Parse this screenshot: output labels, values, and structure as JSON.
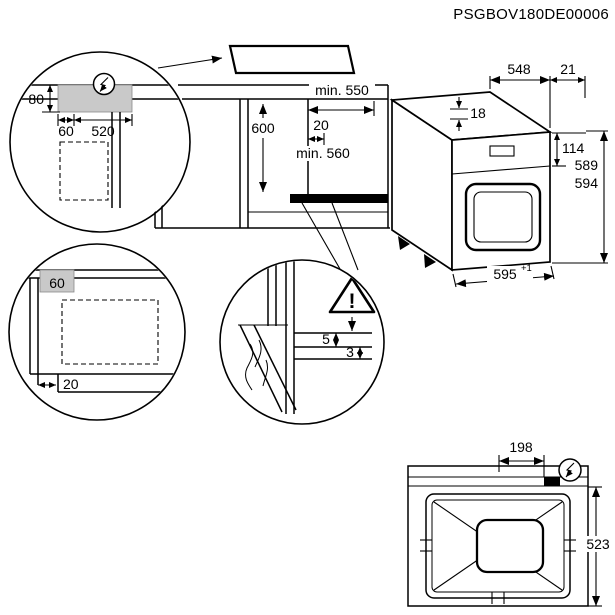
{
  "title": "PSGBOV180DE00006",
  "icons": {
    "electrical_symbol": "lightning-bolt",
    "warning_symbol": "warning-triangle"
  },
  "detail_electrical": {
    "dim_height": "80",
    "dim_offset": "60",
    "dim_width": "520"
  },
  "cabinet_view": {
    "dim_depth": "min. 550",
    "dim_height": "600",
    "dim_rear_gap": "20",
    "dim_width": "min. 560"
  },
  "oven_view": {
    "dim_depth": "548",
    "dim_door": "21",
    "dim_top_clearance": "18",
    "dim_panel_height": "114",
    "dim_height_a": "589",
    "dim_height_b": "594",
    "dim_width": "595",
    "dim_width_tolerance": "+1"
  },
  "detail_side": {
    "dim_zone": "60",
    "dim_plinth": "20"
  },
  "detail_rear_gap": {
    "dim_upper": "5",
    "dim_lower": "3",
    "warning_mark": "!"
  },
  "top_view": {
    "dim_connection": "198",
    "dim_depth": "523"
  }
}
